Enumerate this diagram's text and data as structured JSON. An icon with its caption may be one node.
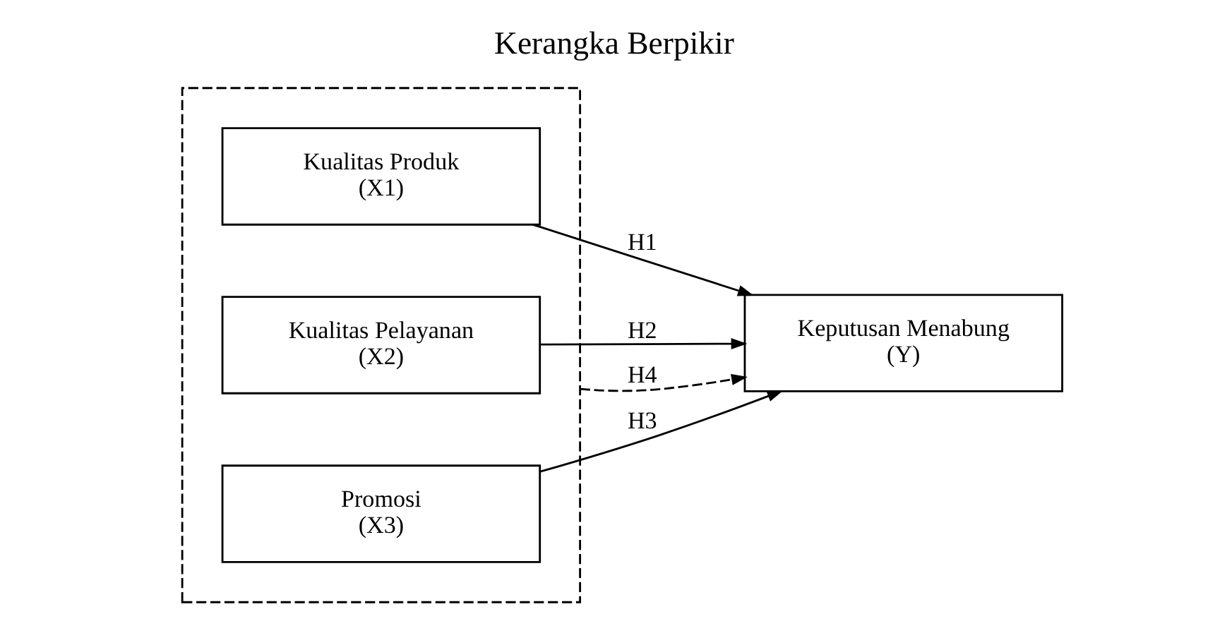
{
  "diagram": {
    "title": "Kerangka Berpikir",
    "nodes": [
      {
        "text": [],
        "shape": "box"
      },
      {
        "text": [
          "Kualitas Produk",
          "(X1)"
        ],
        "in": 0
      },
      {
        "text": [
          "Kualitas Pelayanan",
          "(X2)"
        ],
        "in": 0
      },
      {
        "text": [
          "Promosi",
          "(X3)"
        ],
        "in": 0
      },
      {
        "text": [
          "Keputusan Menabung",
          "(Y)"
        ]
      }
    ],
    "edges": [
      {
        "from": 1,
        "to": 4,
        "arrow": "to",
        "label": "H1"
      },
      {
        "from": 2,
        "to": 4,
        "arrow": "to",
        "label": "H2"
      },
      {
        "from": 3,
        "to": 4,
        "arrow": "to",
        "label": "H3"
      },
      {
        "from": 0,
        "to": 4,
        "arrow": "to",
        "label": "H4",
        "style": "dashed"
      }
    ]
  }
}
